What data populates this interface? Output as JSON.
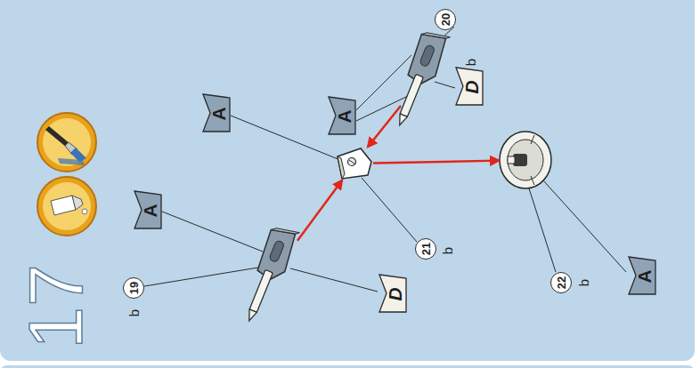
{
  "diagram": {
    "nodes": [
      {
        "text": [
          "b",
          "19"
        ]
      },
      {
        "text": [
          "b",
          "20"
        ]
      },
      {
        "text": [
          "b",
          "21"
        ]
      },
      {
        "text": [
          "b",
          "22"
        ]
      }
    ],
    "edges": [
      {
        "from": 0,
        "to": 2,
        "arrow": "to"
      },
      {
        "from": 1,
        "to": 2,
        "arrow": "to"
      },
      {
        "from": 2,
        "to": 3,
        "arrow": "to"
      }
    ],
    "labels": [
      "17",
      "A",
      "A",
      "A",
      "A",
      "D",
      "D"
    ]
  }
}
